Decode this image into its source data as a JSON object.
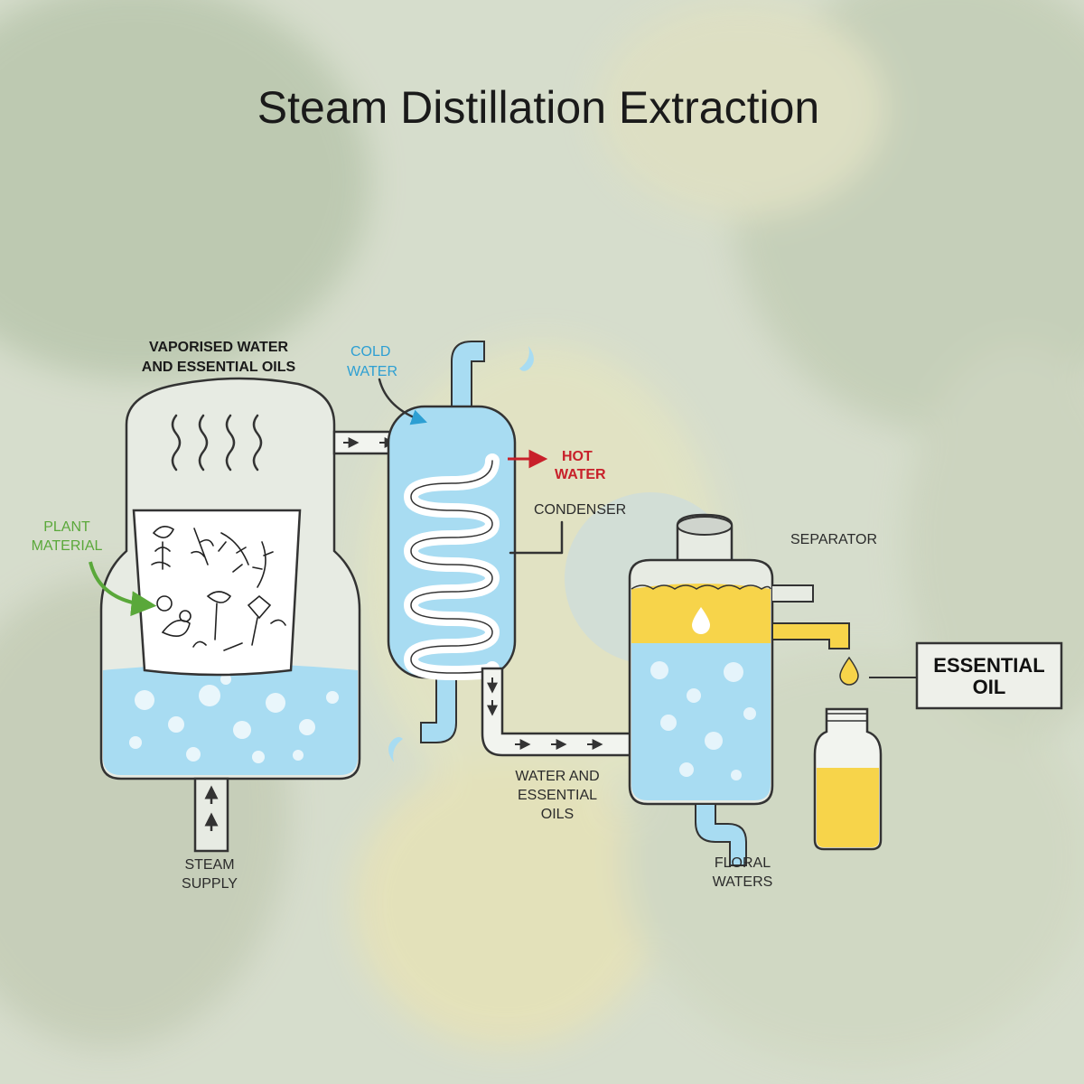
{
  "title": "Steam Distillation Extraction",
  "labels": {
    "vaporised_line1": "VAPORISED WATER",
    "vaporised_line2": "AND ESSENTIAL OILS",
    "cold_line1": "COLD",
    "cold_line2": "WATER",
    "hot_line1": "HOT",
    "hot_line2": "WATER",
    "condenser": "CONDENSER",
    "separator": "SEPARATOR",
    "plant_line1": "PLANT",
    "plant_line2": "MATERIAL",
    "essential_oil_line1": "ESSENTIAL",
    "essential_oil_line2": "OIL",
    "water_oils_line1": "WATER AND",
    "water_oils_line2": "ESSENTIAL",
    "water_oils_line3": "OILS",
    "steam_line1": "STEAM",
    "steam_line2": "SUPPLY",
    "floral_line1": "FLORAL",
    "floral_line2": "WATERS"
  },
  "colors": {
    "water": "#a8dcf2",
    "water_dark": "#2d9fd3",
    "oil": "#f7d44a",
    "hot": "#c8202a",
    "plant": "#5aa83a"
  }
}
